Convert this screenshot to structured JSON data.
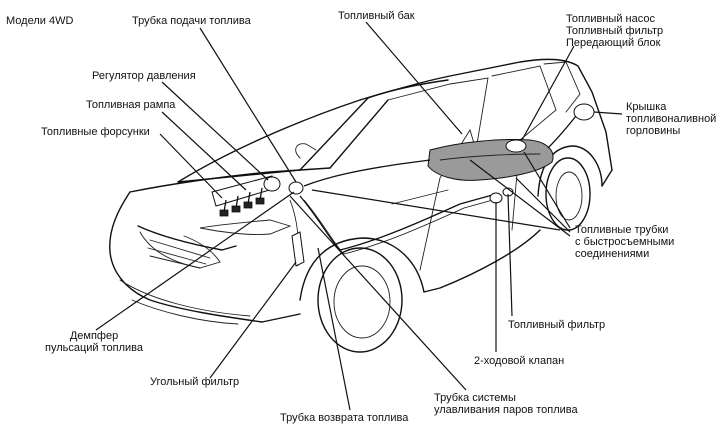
{
  "header": {
    "model": "Модели 4WD"
  },
  "labels": {
    "fuel_supply_pipe": "Трубка подачи топлива",
    "fuel_tank": "Топливный бак",
    "pump_group": "Топливный насос\nТопливный фильтр\nПередающий блок",
    "pressure_regulator": "Регулятор давления",
    "fuel_rail": "Топливная рампа",
    "injectors": "Топливные форсунки",
    "filler_cap": "Крышка\nтопливоналивной\nгорловины",
    "quick_connect": "Топливные трубки\nс быстросъемными\nсоединениями",
    "pulsation_damper": "Демпфер\nпульсаций топлива",
    "fuel_filter": "Топливный фильтр",
    "two_way_valve": "2-ходовой клапан",
    "charcoal_canister": "Угольный фильтр",
    "evap_pipe": "Трубка системы\nулавливания паров топлива",
    "return_pipe": "Трубка возврата топлива"
  }
}
